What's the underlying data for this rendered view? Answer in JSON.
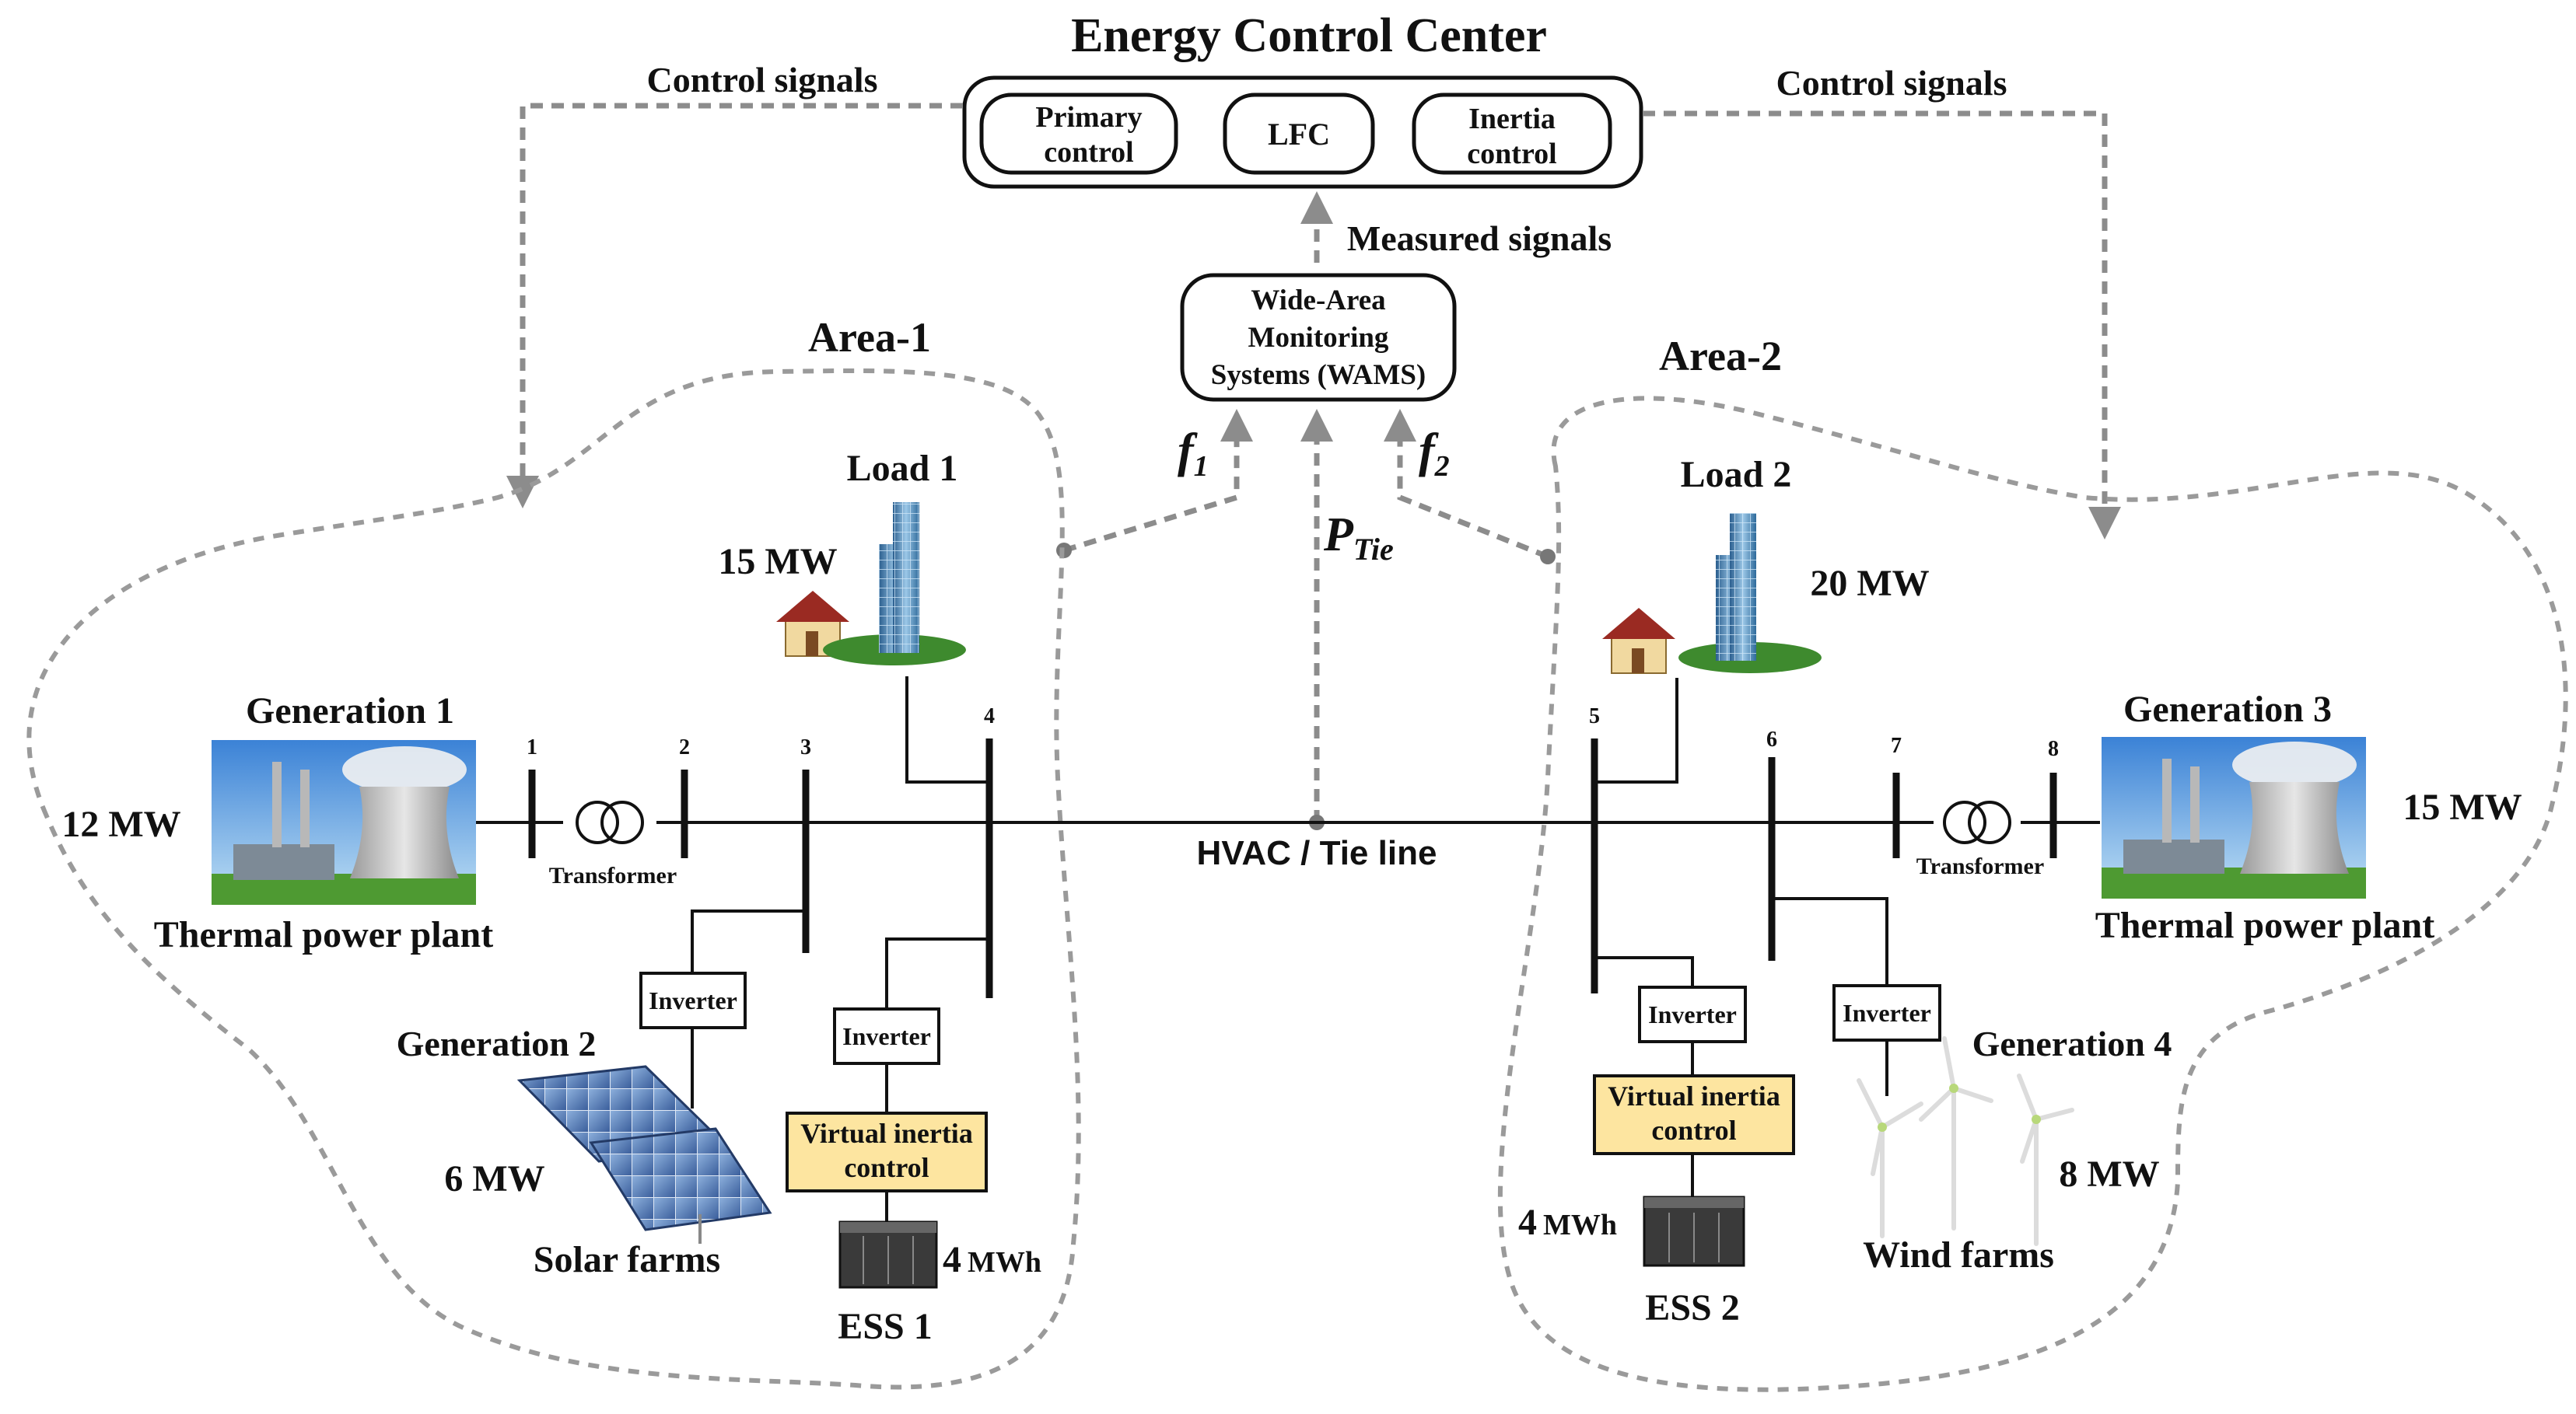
{
  "control_center": {
    "title": "Energy Control Center",
    "blocks": [
      {
        "line1": "Primary",
        "line2": "control"
      },
      {
        "line1": "LFC",
        "line2": ""
      },
      {
        "line1": "Inertia",
        "line2": "control"
      }
    ]
  },
  "signals": {
    "control_left": "Control signals",
    "control_right": "Control signals",
    "measured": "Measured signals"
  },
  "wams": {
    "line1": "Wide-Area",
    "line2": "Monitoring",
    "line3": "Systems (WAMS)"
  },
  "variables": {
    "f1": "f",
    "f1_sub": "1",
    "f2": "f",
    "f2_sub": "2",
    "ptie": "P",
    "ptie_sub": "Tie"
  },
  "tie_line": "HVAC / Tie line",
  "area1": {
    "label": "Area-1",
    "load": {
      "label": "Load 1",
      "power": "15 MW"
    },
    "gen1": {
      "label": "Generation 1",
      "power": "12 MW",
      "caption": "Thermal power plant"
    },
    "gen2": {
      "label": "Generation 2",
      "power": "6 MW",
      "caption": "Solar farms"
    },
    "transformer": "Transformer",
    "inverter_a": "Inverter",
    "inverter_b": "Inverter",
    "vic": {
      "line1": "Virtual inertia",
      "line2": "control"
    },
    "ess": {
      "label": "ESS 1",
      "capacity": "4",
      "unit": "MWh"
    },
    "buses": [
      "1",
      "2",
      "3",
      "4"
    ]
  },
  "area2": {
    "label": "Area-2",
    "load": {
      "label": "Load 2",
      "power": "20 MW"
    },
    "gen3": {
      "label": "Generation 3",
      "power": "15 MW",
      "caption": "Thermal power plant"
    },
    "gen4": {
      "label": "Generation 4",
      "power": "8 MW",
      "caption": "Wind farms"
    },
    "transformer": "Transformer",
    "inverter_a": "Inverter",
    "inverter_b": "Inverter",
    "vic": {
      "line1": "Virtual inertia",
      "line2": "control"
    },
    "ess": {
      "label": "ESS 2",
      "capacity": "4",
      "unit": "MWh"
    },
    "buses": [
      "5",
      "6",
      "7",
      "8"
    ]
  },
  "colors": {
    "dashed": "#8c8c8c",
    "vic_fill": "#fde5a0",
    "sky": "#5aa0e0",
    "grass": "#4e9a32"
  },
  "icons": [
    "thermal-plant-icon",
    "solar-panel-icon",
    "wind-turbine-icon",
    "battery-icon",
    "house-icon",
    "skyscraper-icon",
    "transformer-icon"
  ]
}
